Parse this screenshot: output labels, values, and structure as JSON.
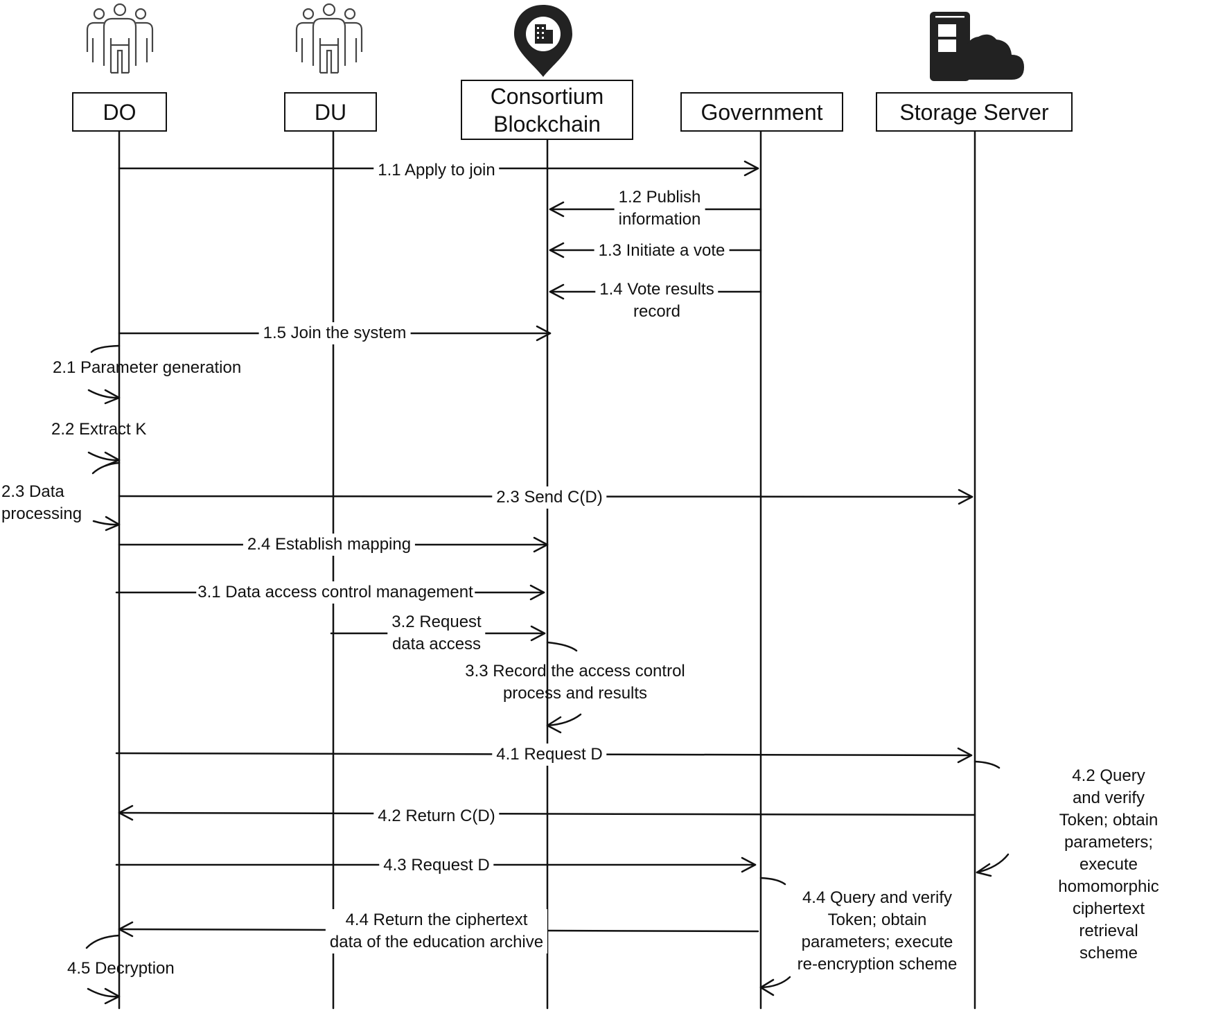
{
  "actors": {
    "do": {
      "label": "DO"
    },
    "du": {
      "label": "DU"
    },
    "blockchain": {
      "label": "Consortium\nBlockchain"
    },
    "government": {
      "label": "Government"
    },
    "storage": {
      "label": "Storage Server"
    }
  },
  "icons": {
    "do": "people-group-icon",
    "du": "people-group-icon",
    "blockchain": "map-pin-building-icon",
    "storage": "server-cloud-icon"
  },
  "messages": {
    "m1_1": "1.1 Apply to join",
    "m1_2": "1.2 Publish\ninformation",
    "m1_3": "1.3 Initiate a vote",
    "m1_4": "1.4 Vote results\nrecord",
    "m1_5": "1.5 Join the system",
    "m2_1": "2.1 Parameter generation",
    "m2_2": "2.2 Extract K",
    "m2_3a": "2.3 Data\nprocessing",
    "m2_3b": "2.3 Send C(D)",
    "m2_4": "2.4 Establish mapping",
    "m3_1": "3.1 Data access control management",
    "m3_2": "3.2 Request\ndata access",
    "m3_3": "3.3 Record the access control\nprocess and results",
    "m4_1": "4.1 Request D",
    "m4_2a": "4.2 Query and verify\nToken; obtain parameters;\nexecute homomorphic\nciphertext retrieval scheme",
    "m4_2b": "4.2 Return C(D)",
    "m4_3": "4.3 Request D",
    "m4_4a": "4.4 Query and verify\nToken; obtain\nparameters; execute\nre-encryption scheme",
    "m4_4b": "4.4 Return the ciphertext\ndata of the education archive",
    "m4_5": "4.5 Decryption"
  }
}
